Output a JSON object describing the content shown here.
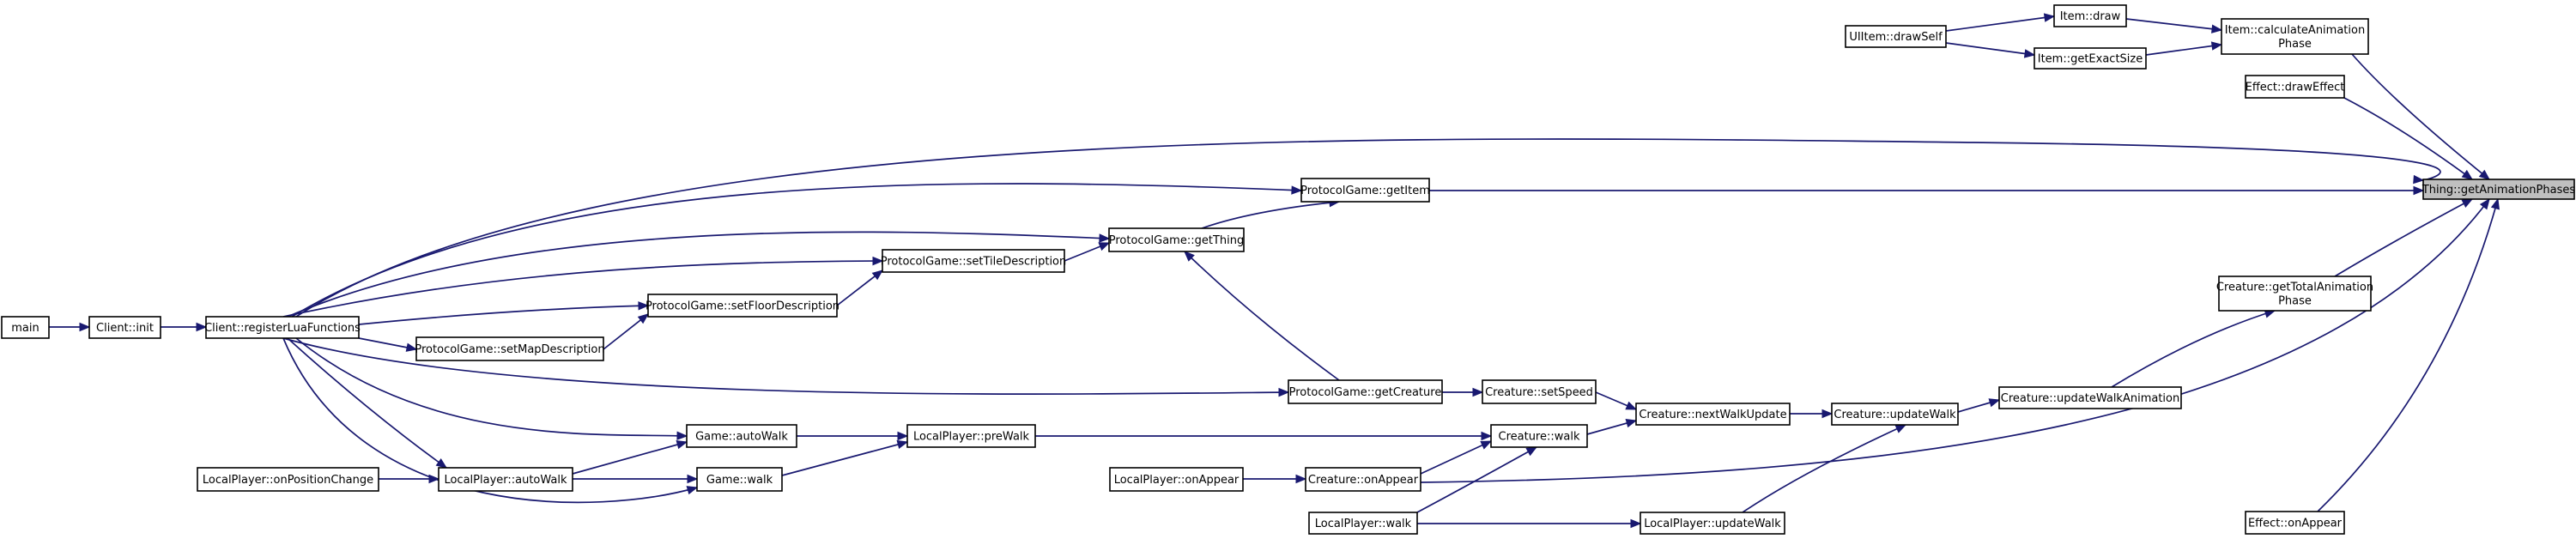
{
  "diagram": {
    "nodes": [
      {
        "id": "thing_getAnimationPhases",
        "label": [
          "Thing::getAnimationPhases"
        ],
        "focus": true
      },
      {
        "id": "item_draw",
        "label": [
          "Item::draw"
        ]
      },
      {
        "id": "uiitem_drawSelf",
        "label": [
          "UIItem::drawSelf"
        ]
      },
      {
        "id": "item_getExactSize",
        "label": [
          "Item::getExactSize"
        ]
      },
      {
        "id": "item_calculateAnimationPhase",
        "label": [
          "Item::calculateAnimation",
          "Phase"
        ]
      },
      {
        "id": "effect_drawEffect",
        "label": [
          "Effect::drawEffect"
        ]
      },
      {
        "id": "protocolgame_getItem",
        "label": [
          "ProtocolGame::getItem"
        ]
      },
      {
        "id": "protocolgame_getThing",
        "label": [
          "ProtocolGame::getThing"
        ]
      },
      {
        "id": "protocolgame_setTileDescription",
        "label": [
          "ProtocolGame::setTileDescription"
        ]
      },
      {
        "id": "protocolgame_setFloorDescription",
        "label": [
          "ProtocolGame::setFloorDescription"
        ]
      },
      {
        "id": "protocolgame_setMapDescription",
        "label": [
          "ProtocolGame::setMapDescription"
        ]
      },
      {
        "id": "main",
        "label": [
          "main"
        ]
      },
      {
        "id": "client_init",
        "label": [
          "Client::init"
        ]
      },
      {
        "id": "client_registerLuaFunctions",
        "label": [
          "Client::registerLuaFunctions"
        ]
      },
      {
        "id": "creature_getTotalAnimationPhase",
        "label": [
          "Creature::getTotalAnimation",
          "Phase"
        ]
      },
      {
        "id": "protocolgame_getCreature",
        "label": [
          "ProtocolGame::getCreature"
        ]
      },
      {
        "id": "creature_setSpeed",
        "label": [
          "Creature::setSpeed"
        ]
      },
      {
        "id": "creature_nextWalkUpdate",
        "label": [
          "Creature::nextWalkUpdate"
        ]
      },
      {
        "id": "creature_updateWalk",
        "label": [
          "Creature::updateWalk"
        ]
      },
      {
        "id": "creature_updateWalkAnimation",
        "label": [
          "Creature::updateWalkAnimation"
        ]
      },
      {
        "id": "game_autoWalk",
        "label": [
          "Game::autoWalk"
        ]
      },
      {
        "id": "localplayer_preWalk",
        "label": [
          "LocalPlayer::preWalk"
        ]
      },
      {
        "id": "creature_walk",
        "label": [
          "Creature::walk"
        ]
      },
      {
        "id": "localplayer_onPositionChange",
        "label": [
          "LocalPlayer::onPositionChange"
        ]
      },
      {
        "id": "localplayer_autoWalk",
        "label": [
          "LocalPlayer::autoWalk"
        ]
      },
      {
        "id": "game_walk",
        "label": [
          "Game::walk"
        ]
      },
      {
        "id": "localplayer_onAppear",
        "label": [
          "LocalPlayer::onAppear"
        ]
      },
      {
        "id": "creature_onAppear",
        "label": [
          "Creature::onAppear"
        ]
      },
      {
        "id": "localplayer_walk",
        "label": [
          "LocalPlayer::walk"
        ]
      },
      {
        "id": "localplayer_updateWalk",
        "label": [
          "LocalPlayer::updateWalk"
        ]
      },
      {
        "id": "effect_onAppear",
        "label": [
          "Effect::onAppear"
        ]
      }
    ],
    "edges": [
      {
        "from": "uiitem_drawSelf",
        "to": "item_draw"
      },
      {
        "from": "uiitem_drawSelf",
        "to": "item_getExactSize"
      },
      {
        "from": "item_draw",
        "to": "item_calculateAnimationPhase"
      },
      {
        "from": "item_getExactSize",
        "to": "item_calculateAnimationPhase"
      },
      {
        "from": "item_calculateAnimationPhase",
        "to": "thing_getAnimationPhases"
      },
      {
        "from": "effect_drawEffect",
        "to": "thing_getAnimationPhases"
      },
      {
        "from": "client_registerLuaFunctions",
        "to": "thing_getAnimationPhases"
      },
      {
        "from": "protocolgame_getItem",
        "to": "thing_getAnimationPhases"
      },
      {
        "from": "creature_getTotalAnimationPhase",
        "to": "thing_getAnimationPhases"
      },
      {
        "from": "creature_onAppear",
        "to": "thing_getAnimationPhases"
      },
      {
        "from": "effect_onAppear",
        "to": "thing_getAnimationPhases"
      },
      {
        "from": "client_registerLuaFunctions",
        "to": "protocolgame_getItem"
      },
      {
        "from": "protocolgame_getThing",
        "to": "protocolgame_getItem"
      },
      {
        "from": "client_registerLuaFunctions",
        "to": "protocolgame_getThing"
      },
      {
        "from": "protocolgame_setTileDescription",
        "to": "protocolgame_getThing"
      },
      {
        "from": "protocolgame_getCreature",
        "to": "protocolgame_getThing"
      },
      {
        "from": "client_registerLuaFunctions",
        "to": "protocolgame_setTileDescription"
      },
      {
        "from": "protocolgame_setFloorDescription",
        "to": "protocolgame_setTileDescription"
      },
      {
        "from": "client_registerLuaFunctions",
        "to": "protocolgame_setFloorDescription"
      },
      {
        "from": "protocolgame_setMapDescription",
        "to": "protocolgame_setFloorDescription"
      },
      {
        "from": "client_registerLuaFunctions",
        "to": "protocolgame_setMapDescription"
      },
      {
        "from": "main",
        "to": "client_init"
      },
      {
        "from": "client_init",
        "to": "client_registerLuaFunctions"
      },
      {
        "from": "client_registerLuaFunctions",
        "to": "protocolgame_getCreature"
      },
      {
        "from": "protocolgame_getCreature",
        "to": "creature_setSpeed"
      },
      {
        "from": "creature_setSpeed",
        "to": "creature_nextWalkUpdate"
      },
      {
        "from": "creature_walk",
        "to": "creature_nextWalkUpdate"
      },
      {
        "from": "creature_nextWalkUpdate",
        "to": "creature_updateWalk"
      },
      {
        "from": "localplayer_updateWalk",
        "to": "creature_updateWalk"
      },
      {
        "from": "creature_updateWalk",
        "to": "creature_updateWalkAnimation"
      },
      {
        "from": "creature_updateWalkAnimation",
        "to": "creature_getTotalAnimationPhase"
      },
      {
        "from": "client_registerLuaFunctions",
        "to": "game_autoWalk"
      },
      {
        "from": "localplayer_autoWalk",
        "to": "game_autoWalk"
      },
      {
        "from": "game_autoWalk",
        "to": "localplayer_preWalk"
      },
      {
        "from": "game_walk",
        "to": "localplayer_preWalk"
      },
      {
        "from": "localplayer_preWalk",
        "to": "creature_walk"
      },
      {
        "from": "creature_onAppear",
        "to": "creature_walk"
      },
      {
        "from": "localplayer_walk",
        "to": "creature_walk"
      },
      {
        "from": "localplayer_onPositionChange",
        "to": "localplayer_autoWalk"
      },
      {
        "from": "client_registerLuaFunctions",
        "to": "localplayer_autoWalk"
      },
      {
        "from": "localplayer_autoWalk",
        "to": "game_walk"
      },
      {
        "from": "client_registerLuaFunctions",
        "to": "game_walk"
      },
      {
        "from": "localplayer_onAppear",
        "to": "creature_onAppear"
      },
      {
        "from": "localplayer_walk",
        "to": "localplayer_updateWalk"
      }
    ]
  }
}
